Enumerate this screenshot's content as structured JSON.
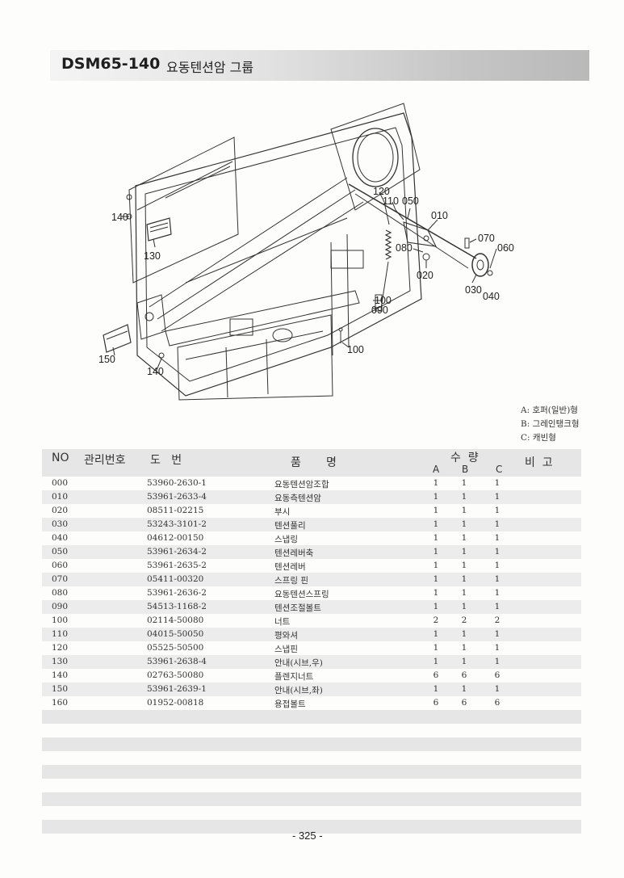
{
  "header": {
    "code": "DSM65-140",
    "title": "요동텐션암 그룹"
  },
  "diagram": {
    "callouts": [
      "140",
      "130",
      "150",
      "140",
      "120",
      "110",
      "050",
      "010",
      "070",
      "060",
      "080",
      "020",
      "030",
      "040",
      "100",
      "090",
      "100"
    ]
  },
  "legend": [
    "A: 호퍼(일반)형",
    "B: 그레인탱크형",
    "C: 캐빈형"
  ],
  "table": {
    "headers": {
      "no": "NO",
      "mgmt": "관리번호",
      "drawing": "도   번",
      "name": "품       명",
      "qty": "수  량",
      "qty_a": "A",
      "qty_b": "B",
      "qty_c": "C",
      "remark": "비  고"
    },
    "rows": [
      {
        "no": "000",
        "drawing": "53960-2630-1",
        "name": "요동텐션암조합",
        "a": "1",
        "b": "1",
        "c": "1"
      },
      {
        "no": "010",
        "drawing": "53961-2633-4",
        "name": "요동측텐션암",
        "a": "1",
        "b": "1",
        "c": "1"
      },
      {
        "no": "020",
        "drawing": "08511-02215",
        "name": "부시",
        "a": "1",
        "b": "1",
        "c": "1"
      },
      {
        "no": "030",
        "drawing": "53243-3101-2",
        "name": "텐션풀리",
        "a": "1",
        "b": "1",
        "c": "1"
      },
      {
        "no": "040",
        "drawing": "04612-00150",
        "name": "스냅링",
        "a": "1",
        "b": "1",
        "c": "1"
      },
      {
        "no": "050",
        "drawing": "53961-2634-2",
        "name": "텐션레버축",
        "a": "1",
        "b": "1",
        "c": "1"
      },
      {
        "no": "060",
        "drawing": "53961-2635-2",
        "name": "텐션레버",
        "a": "1",
        "b": "1",
        "c": "1"
      },
      {
        "no": "070",
        "drawing": "05411-00320",
        "name": "스프링 핀",
        "a": "1",
        "b": "1",
        "c": "1"
      },
      {
        "no": "080",
        "drawing": "53961-2636-2",
        "name": "요동텐션스프링",
        "a": "1",
        "b": "1",
        "c": "1"
      },
      {
        "no": "090",
        "drawing": "54513-1168-2",
        "name": "텐션조절볼트",
        "a": "1",
        "b": "1",
        "c": "1"
      },
      {
        "no": "100",
        "drawing": "02114-50080",
        "name": "너트",
        "a": "2",
        "b": "2",
        "c": "2"
      },
      {
        "no": "110",
        "drawing": "04015-50050",
        "name": "평와셔",
        "a": "1",
        "b": "1",
        "c": "1"
      },
      {
        "no": "120",
        "drawing": "05525-50500",
        "name": "스냅핀",
        "a": "1",
        "b": "1",
        "c": "1"
      },
      {
        "no": "130",
        "drawing": "53961-2638-4",
        "name": "안내(시브,우)",
        "a": "1",
        "b": "1",
        "c": "1"
      },
      {
        "no": "140",
        "drawing": "02763-50080",
        "name": "플렌지너트",
        "a": "6",
        "b": "6",
        "c": "6"
      },
      {
        "no": "150",
        "drawing": "53961-2639-1",
        "name": "안내(시브,좌)",
        "a": "1",
        "b": "1",
        "c": "1"
      },
      {
        "no": "160",
        "drawing": "01952-00818",
        "name": "용접볼트",
        "a": "6",
        "b": "6",
        "c": "6"
      }
    ]
  },
  "page_number": "- 325 -"
}
